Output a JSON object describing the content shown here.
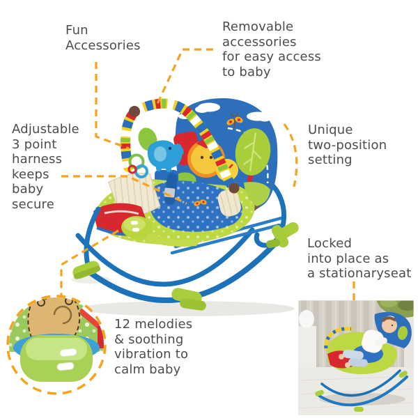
{
  "callouts": {
    "fun_accessories": {
      "text": "Fun\nAccessories"
    },
    "removable": {
      "text": "Removable\naccessories\nfor easy access\nto baby"
    },
    "harness": {
      "text": "Adjustable\n3 point\nharness\nkeeps\nbaby\nsecure"
    },
    "two_position": {
      "text": "Unique\ntwo-position\nsetting"
    },
    "locked": {
      "text": "Locked\ninto place as\na stationaryseat"
    },
    "melodies": {
      "text": "12 melodies\n& soothing\nvibration to\ncalm baby"
    }
  },
  "colors": {
    "text_gray": "#4b4c4e",
    "leader_orange": "#f7a21b",
    "frame_blue": "#1b72b8",
    "canopy_blue": "#2e6fbc",
    "lime_green": "#a8ce3c",
    "seat_green": "#bcd843",
    "red": "#d7282f",
    "yellow": "#f5d020",
    "cream": "#f0e8d2",
    "toy_sky_blue": "#2d9fd8",
    "brown": "#6e4a3e",
    "button_green": "#a9d156",
    "rim_blue": "#3e9fd9"
  }
}
